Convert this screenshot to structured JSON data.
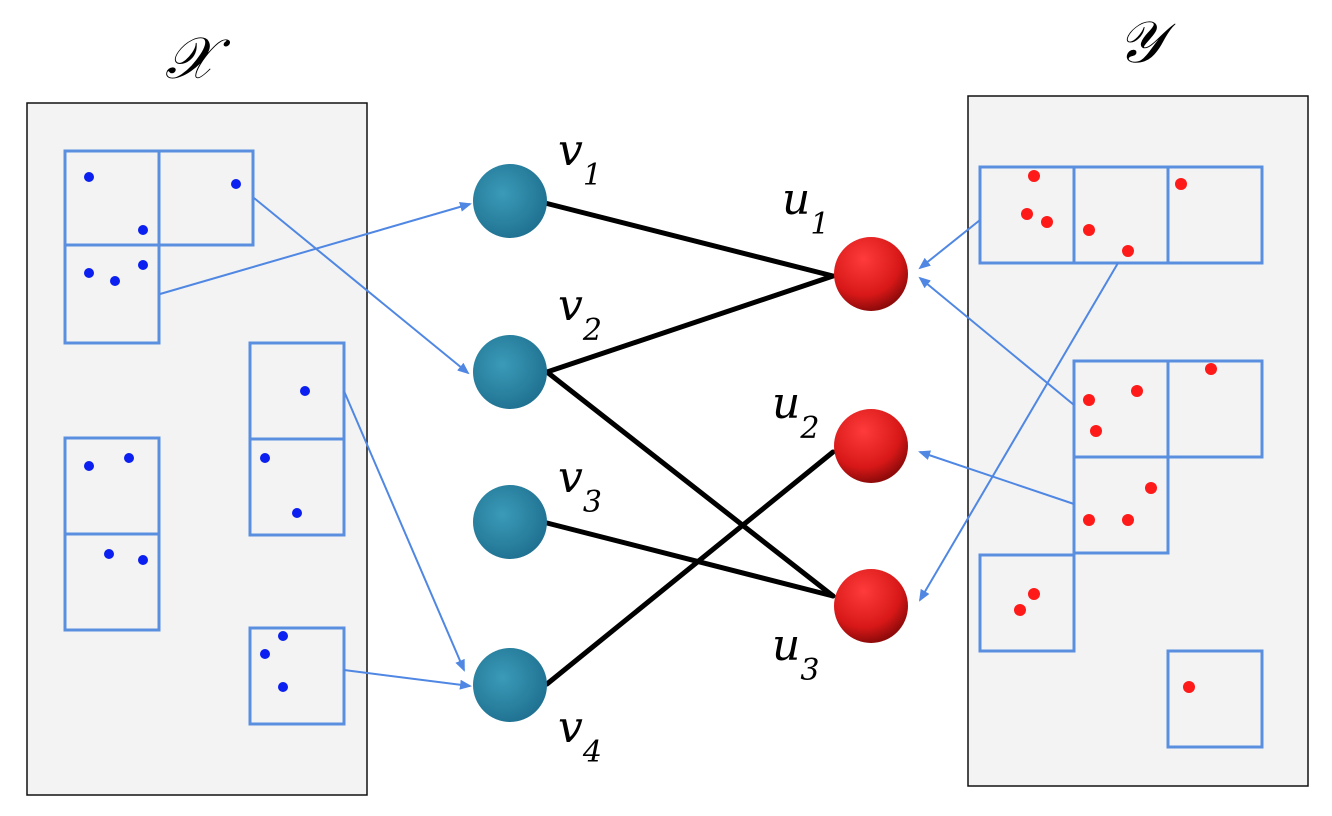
{
  "labels": {
    "x_set": "𝒳",
    "y_set": "𝒴"
  },
  "colors": {
    "blue_point": "#0a1ff0",
    "red_point": "#ff1a1a",
    "cell_stroke": "#5a8fe0",
    "arrow": "#4f87e3",
    "v_node": "#2b87a3",
    "u_node": "#d81818"
  },
  "v_nodes": [
    {
      "id": "v1",
      "letter": "v",
      "sub": "1"
    },
    {
      "id": "v2",
      "letter": "v",
      "sub": "2"
    },
    {
      "id": "v3",
      "letter": "v",
      "sub": "3"
    },
    {
      "id": "v4",
      "letter": "v",
      "sub": "4"
    }
  ],
  "u_nodes": [
    {
      "id": "u1",
      "letter": "u",
      "sub": "1"
    },
    {
      "id": "u2",
      "letter": "u",
      "sub": "2"
    },
    {
      "id": "u3",
      "letter": "u",
      "sub": "3"
    }
  ],
  "edges": [
    {
      "from": "v1",
      "to": "u1"
    },
    {
      "from": "v2",
      "to": "u1"
    },
    {
      "from": "v2",
      "to": "u3"
    },
    {
      "from": "v3",
      "to": "u3"
    },
    {
      "from": "v4",
      "to": "u2"
    }
  ]
}
